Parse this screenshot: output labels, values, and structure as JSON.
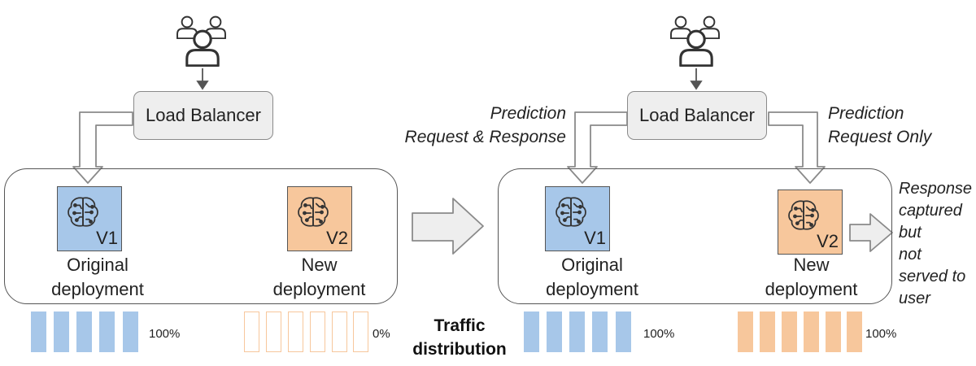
{
  "colors": {
    "v1_fill": "#a7c7e9",
    "v2_fill": "#f7c79c",
    "box_fill": "#eeeeee",
    "outline": "#555555"
  },
  "left_panel": {
    "load_balancer": "Load Balancer",
    "v1": {
      "version": "V1",
      "label_line1": "Original",
      "label_line2": "deployment",
      "icon": "brain-circuit-icon"
    },
    "v2": {
      "version": "V2",
      "label_line1": "New",
      "label_line2": "deployment",
      "icon": "brain-circuit-icon"
    },
    "traffic_v1": {
      "bars": 5,
      "percent": "100%"
    },
    "traffic_v2": {
      "bars": 6,
      "percent": "0%"
    }
  },
  "right_panel": {
    "load_balancer": "Load Balancer",
    "left_annotation_line1": "Prediction",
    "left_annotation_line2": "Request & Response",
    "right_annotation_line1": "Prediction",
    "right_annotation_line2": "Request Only",
    "v1": {
      "version": "V1",
      "label_line1": "Original",
      "label_line2": "deployment",
      "icon": "brain-circuit-icon"
    },
    "v2": {
      "version": "V2",
      "label_line1": "New",
      "label_line2": "deployment",
      "icon": "brain-circuit-icon"
    },
    "response_note": [
      "Response",
      "captured",
      "but",
      "not",
      "served to",
      "user"
    ],
    "traffic_v1": {
      "bars": 5,
      "percent": "100%"
    },
    "traffic_v2": {
      "bars": 6,
      "percent": "100%"
    }
  },
  "traffic_label_line1": "Traffic",
  "traffic_label_line2": "distribution",
  "icons": [
    "users-icon",
    "users-icon",
    "brain-circuit-icon"
  ]
}
